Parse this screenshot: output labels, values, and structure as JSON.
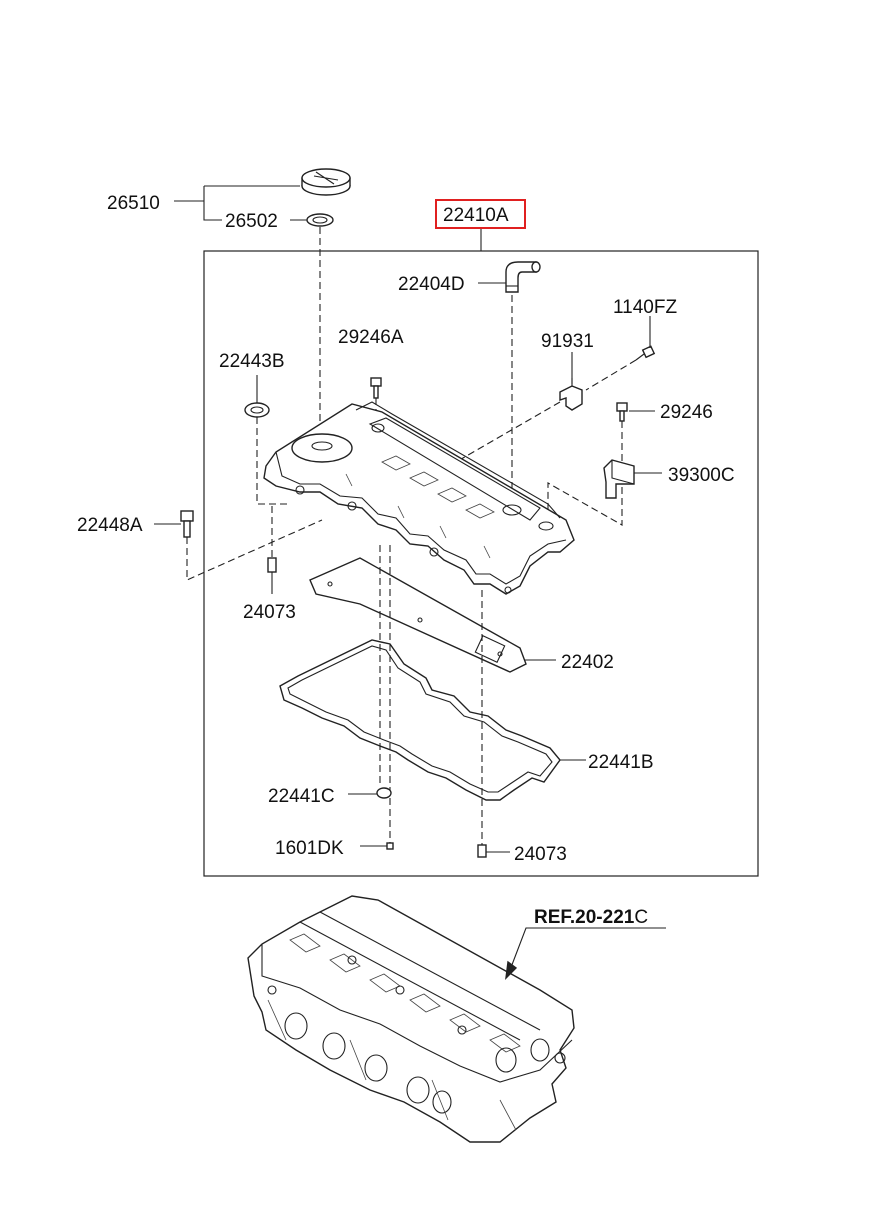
{
  "labels": {
    "p26510": "26510",
    "p26502": "26502",
    "p22410A": "22410A",
    "p22404D": "22404D",
    "p1140FZ": "1140FZ",
    "p91931": "91931",
    "p29246A": "29246A",
    "p22443B": "22443B",
    "p29246": "29246",
    "p39300C": "39300C",
    "p22448A": "22448A",
    "p24073_top": "24073",
    "p22402": "22402",
    "p22441B": "22441B",
    "p22441C": "22441C",
    "p1601DK": "1601DK",
    "p24073_bottom": "24073",
    "ref_bold": "REF.20-221",
    "ref_suffix": "C"
  },
  "highlight": {
    "part": "22410A",
    "color": "#e02020"
  }
}
